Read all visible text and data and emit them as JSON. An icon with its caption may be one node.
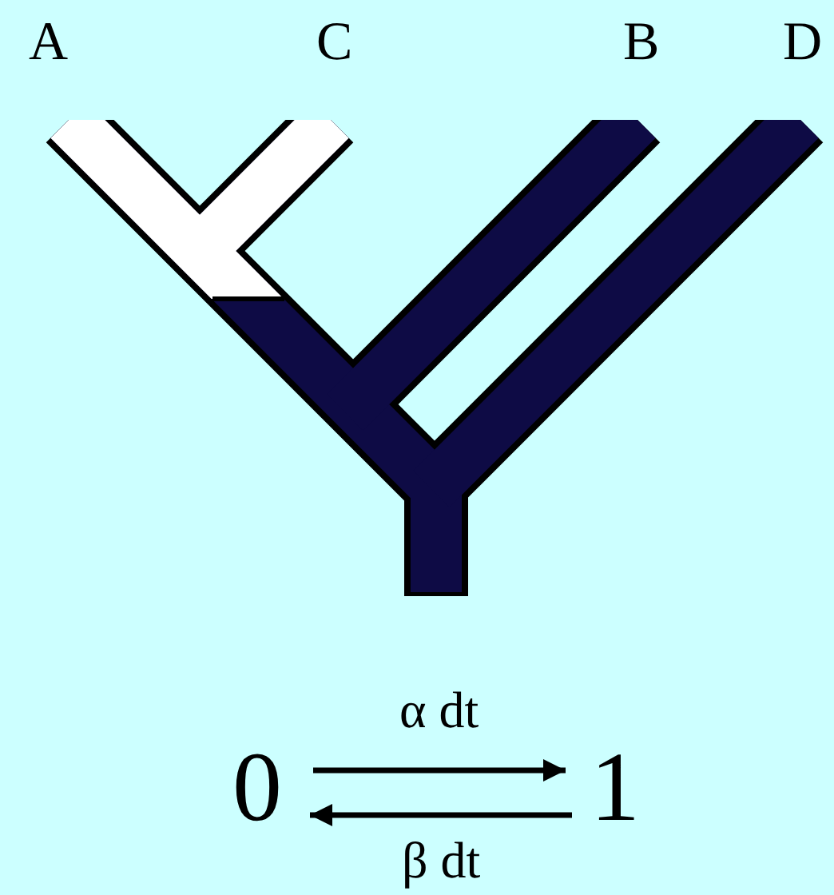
{
  "diagram": {
    "nodes": [
      {
        "text": [
          "0"
        ]
      },
      {
        "text": [
          "1"
        ]
      }
    ],
    "edges": [
      {
        "from": 0,
        "to": 1,
        "arrow": "to",
        "label": "α dt"
      },
      {
        "from": 1,
        "to": 0,
        "arrow": "to",
        "label": "β dt"
      }
    ],
    "labels": [
      "A",
      "C",
      "B",
      "D"
    ]
  }
}
